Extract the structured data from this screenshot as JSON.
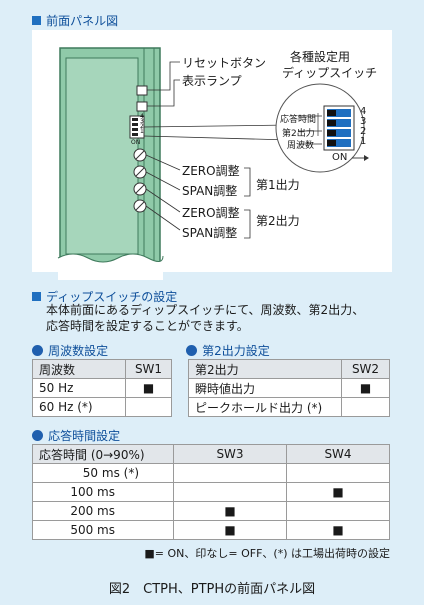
{
  "section1": {
    "title": "前面パネル図"
  },
  "callouts": {
    "reset": "リセットボタン",
    "lamp": "表示ランプ",
    "dip_title_1": "各種設定用",
    "dip_title_2": "ディップスイッチ",
    "zero1": "ZERO調整",
    "span1": "SPAN調整",
    "out1": "第1出力",
    "zero2": "ZERO調整",
    "span2": "SPAN調整",
    "out2": "第2出力"
  },
  "dip": {
    "labels": [
      "応答時間",
      "第2出力",
      "周波数"
    ],
    "numbers": [
      "4",
      "3",
      "2",
      "1"
    ],
    "on_label": "ON",
    "small_numbers": [
      "4",
      "3",
      "2",
      "1"
    ],
    "small_on": "ON"
  },
  "section2": {
    "title": "ディップスイッチの設定",
    "desc_line1": "本体前面にあるディップスイッチにて、周波数、第2出力、",
    "desc_line2": "応答時間を設定することができます。"
  },
  "freq": {
    "title": "周波数設定",
    "header": [
      "周波数",
      "SW1"
    ],
    "rows": [
      {
        "label": "50 Hz",
        "sw1": "■"
      },
      {
        "label": "60 Hz (*)",
        "sw1": ""
      }
    ]
  },
  "out2table": {
    "title": "第2出力設定",
    "header": [
      "第2出力",
      "SW2"
    ],
    "rows": [
      {
        "label": "瞬時値出力",
        "sw2": "■"
      },
      {
        "label": "ピークホールド出力 (*)",
        "sw2": ""
      }
    ]
  },
  "resp": {
    "title": "応答時間設定",
    "header": [
      "応答時間 (0→90%)",
      "SW3",
      "SW4"
    ],
    "rows": [
      {
        "label": "50 ms (*)",
        "sw3": "",
        "sw4": ""
      },
      {
        "label": "100 ms",
        "sw3": "",
        "sw4": "■"
      },
      {
        "label": "200 ms",
        "sw3": "■",
        "sw4": ""
      },
      {
        "label": "500 ms",
        "sw3": "■",
        "sw4": "■"
      }
    ]
  },
  "legend": "■= ON、印なし= OFF、(*) は工場出荷時の設定",
  "caption": "図2　CTPH、PTPHの前面パネル図",
  "colors": {
    "accent": "#1f6fc0",
    "device": "#8fcaa9",
    "device_dark": "#3f7a5c"
  }
}
